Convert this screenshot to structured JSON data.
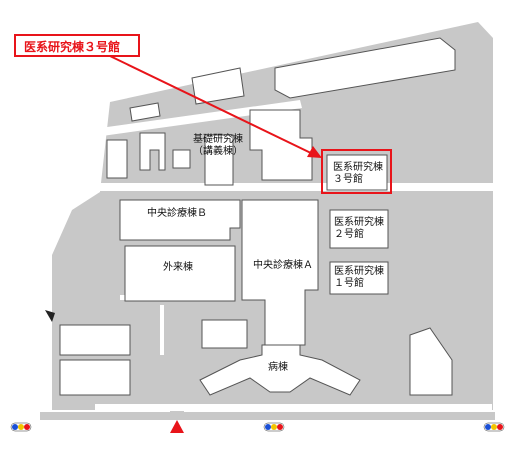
{
  "callout": {
    "label": "医系研究棟３号館"
  },
  "buildings": {
    "kiso_line1": "基礎研究棟",
    "kiso_line2": "（講義棟）",
    "chuo_b": "中央診療棟Ｂ",
    "gairai": "外来棟",
    "chuo_a": "中央診療棟Ａ",
    "ike3_line1": "医系研究棟",
    "ike3_line2": "３号館",
    "ike2_line1": "医系研究棟",
    "ike2_line2": "２号館",
    "ike1_line1": "医系研究棟",
    "ike1_line2": "１号館",
    "byoto": "病棟"
  },
  "colors": {
    "ground": "#c8c8c8",
    "building": "#ffffff",
    "outline": "#555555",
    "highlight": "#e8141a",
    "marker": "#e8141a",
    "entrance": "#222222"
  },
  "icons": [
    "entrance-arrow-icon",
    "main-entrance-icon",
    "traffic-signal-icon"
  ]
}
